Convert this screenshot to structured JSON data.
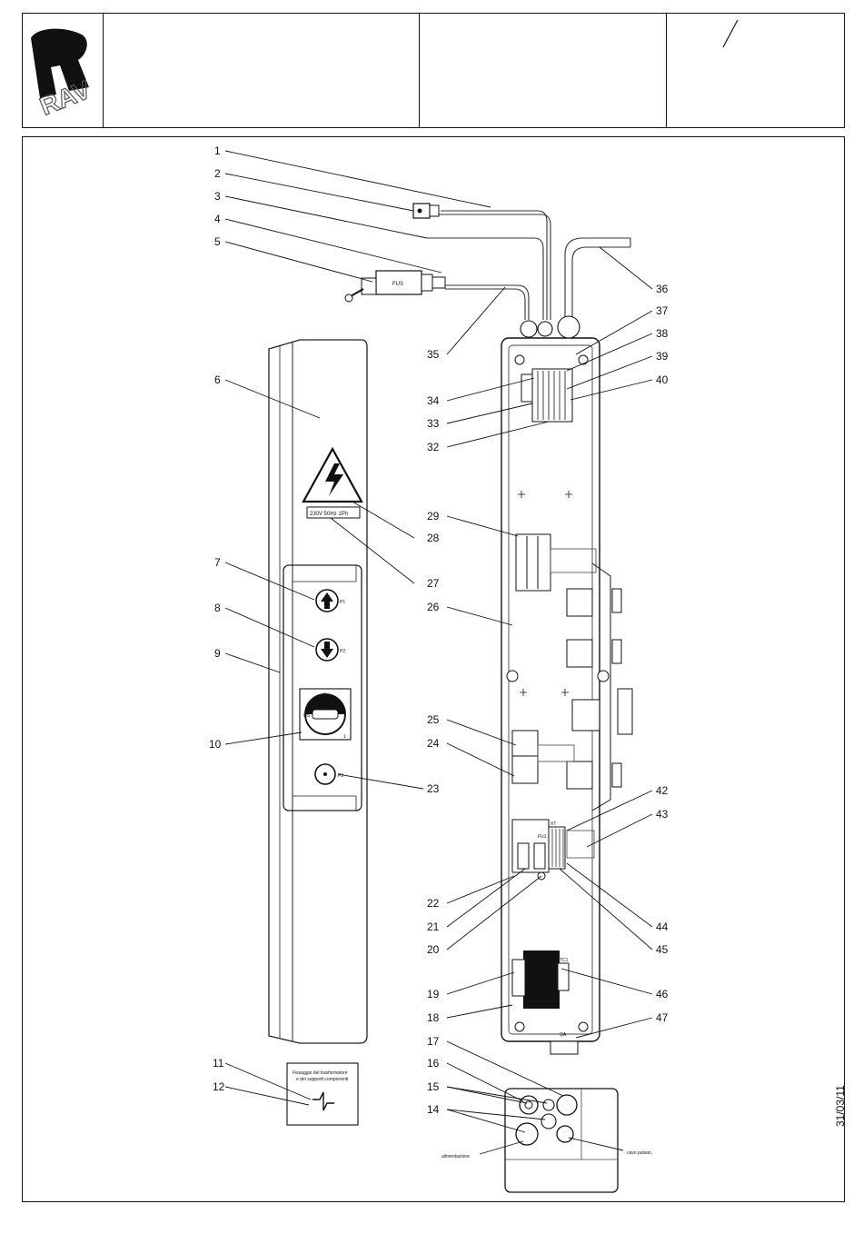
{
  "title_block": {
    "logo_text": "RAV",
    "sheet_mark": "/"
  },
  "panel_labels": {
    "warning_voltage": "230V 50Hz 1Ph",
    "relay_label": "FUS",
    "p1": "P1",
    "p2": "P2",
    "main_switch": "QS",
    "p3": "P3",
    "switch_pos_0": "0",
    "switch_pos_1": "1",
    "fuse_label": "FU1",
    "terminal_label": "XT",
    "transformer_label": "TC1",
    "bottom_label": "QA"
  },
  "sticker": {
    "text_line1": "Fissaggio del trasformatore",
    "text_line2": "e dei supporti componenti"
  },
  "bottom_view": {
    "left_label": "alimentazione",
    "right_label": "cavo pulsan."
  },
  "callouts_left": [
    "1",
    "2",
    "3",
    "4",
    "5",
    "6",
    "7",
    "8",
    "9",
    "10",
    "11",
    "12"
  ],
  "callouts_center": [
    "35",
    "34",
    "33",
    "32",
    "29",
    "26",
    "25",
    "24",
    "23",
    "22",
    "21",
    "20",
    "19",
    "18",
    "17",
    "16",
    "15",
    "14"
  ],
  "callouts_right": [
    "36",
    "37",
    "38",
    "39",
    "40",
    "28",
    "27",
    "42",
    "43",
    "44",
    "45",
    "46",
    "47"
  ],
  "date_stamp": "31/03/11"
}
